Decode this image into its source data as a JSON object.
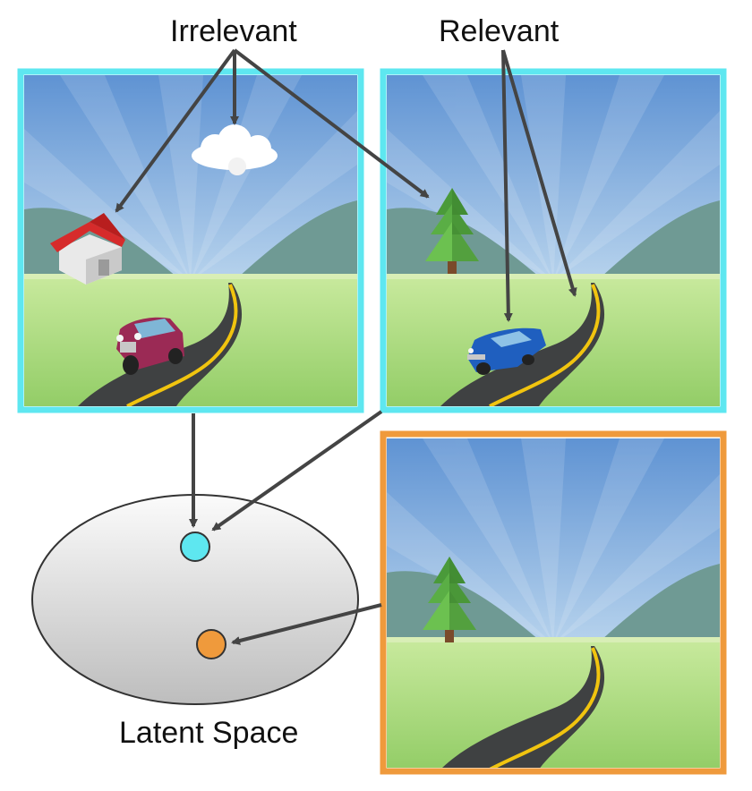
{
  "labels": {
    "irrelevant": "Irrelevant",
    "relevant": "Relevant",
    "latent_space": "Latent Space"
  },
  "colors": {
    "cyan_frame": "#5ee7f0",
    "orange_frame": "#ef9a3c",
    "cyan_point": "#5ee7f0",
    "orange_point": "#ef9a3c",
    "arrow": "#444444",
    "sky_top": "#6b9bd6",
    "sky_bottom": "#d7e8f4",
    "grass": "#a7d779",
    "mountain": "#6f9a94",
    "road": "#3f4142",
    "road_line": "#f1c40f"
  },
  "panels": [
    {
      "name": "scene-left",
      "frame": "cyan",
      "objects": [
        "house",
        "cloud",
        "red-car",
        "road"
      ]
    },
    {
      "name": "scene-right",
      "frame": "cyan",
      "objects": [
        "tree",
        "blue-car",
        "road"
      ]
    },
    {
      "name": "scene-bottom",
      "frame": "orange",
      "objects": [
        "tree",
        "road"
      ]
    }
  ]
}
